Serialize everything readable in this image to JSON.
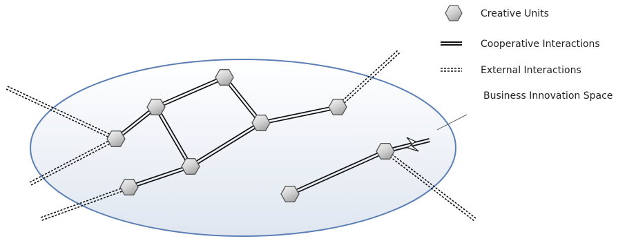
{
  "legend": {
    "creative_units": "Creative Units",
    "cooperative_interactions": "Cooperative Interactions",
    "external_interactions": "External Interactions",
    "business_innovation_space": "Business Innovation Space"
  },
  "colors": {
    "ellipse_stroke": "#5b7fb5",
    "ellipse_fill_top": "#ffffff",
    "ellipse_fill_bottom": "#dfe6f0",
    "node_fill_light": "#f7f7f7",
    "node_fill_dark": "#a8a8a8",
    "node_stroke": "#555555",
    "link": "#111111"
  }
}
